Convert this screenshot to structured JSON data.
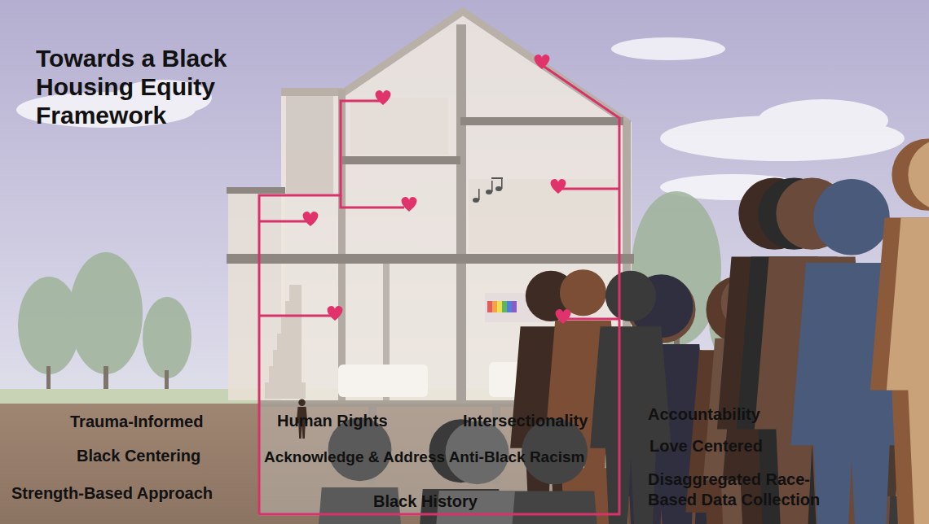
{
  "diagram": {
    "title": "Towards a Black Housing Equity Framework",
    "labels": [
      "Trauma-Informed",
      "Human Rights",
      "Intersectionality",
      "Accountability",
      "Black Centering",
      "Acknowledge & Address Anti-Black Racism",
      "Love Centered",
      "Strength-Based Approach",
      "Black History",
      "Disaggregated Race-Based Data Collection"
    ]
  }
}
